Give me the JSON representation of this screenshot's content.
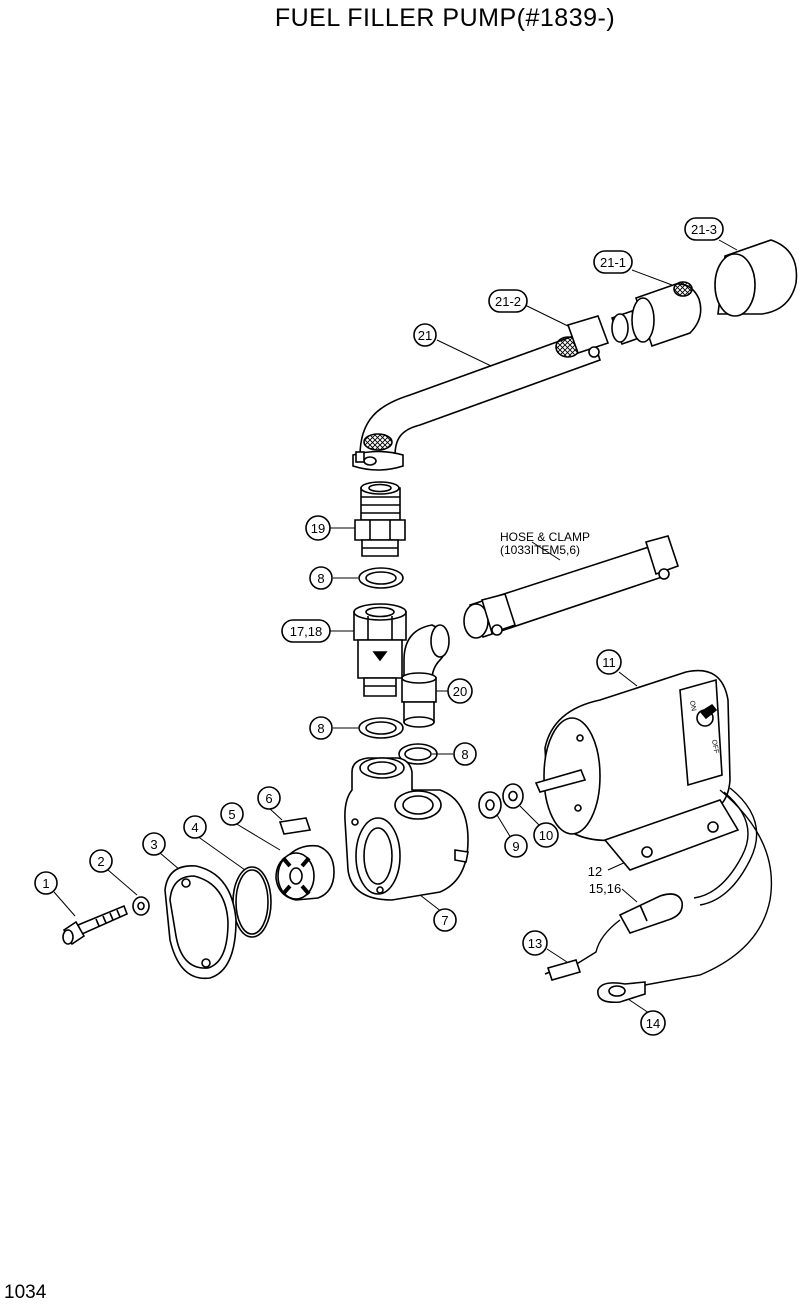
{
  "title": "FUEL FILLER PUMP(#1839-)",
  "page_number": "1034",
  "note": {
    "line1": "HOSE & CLAMP",
    "line2": "(1033ITEM5,6)"
  },
  "parts": {
    "p1": "1",
    "p2": "2",
    "p3": "3",
    "p4": "4",
    "p5": "5",
    "p6": "6",
    "p7": "7",
    "p8a": "8",
    "p8b": "8",
    "p8c": "8",
    "p9": "9",
    "p10": "10",
    "p11": "11",
    "p12": "12",
    "p13": "13",
    "p14": "14",
    "p15_16": "15,16",
    "p17_18": "17,18",
    "p19": "19",
    "p20": "20",
    "p21": "21",
    "p21_1": "21-1",
    "p21_2": "21-2",
    "p21_3": "21-3"
  },
  "switch": {
    "on": "ON",
    "off": "OFF"
  }
}
